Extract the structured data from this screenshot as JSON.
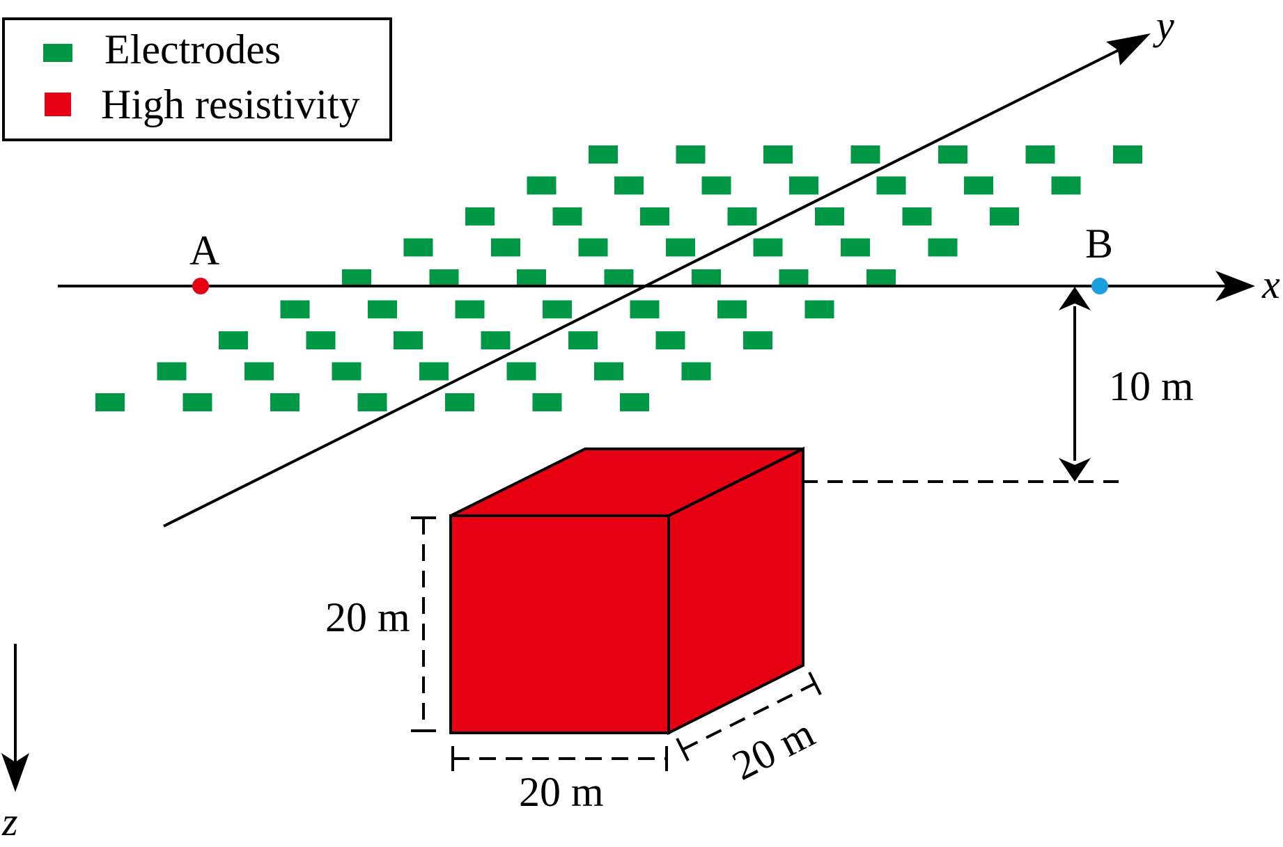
{
  "legend": {
    "items": [
      {
        "label": "Electrodes",
        "color": "#009844"
      },
      {
        "label": "High resistivity",
        "color": "#e60012"
      }
    ]
  },
  "axes": {
    "x": "x",
    "y": "y",
    "z": "z"
  },
  "points": {
    "a": {
      "label": "A",
      "color": "#e60012"
    },
    "b": {
      "label": "B",
      "color": "#1a9fe0"
    }
  },
  "dimensions": {
    "depth": "10 m",
    "height": "20 m",
    "width": "20 m",
    "length": "20 m"
  },
  "colors": {
    "electrode": "#009844",
    "block": "#e60012",
    "stroke": "#000000"
  },
  "electrode_grid": {
    "rows": 9,
    "columns": 7
  }
}
